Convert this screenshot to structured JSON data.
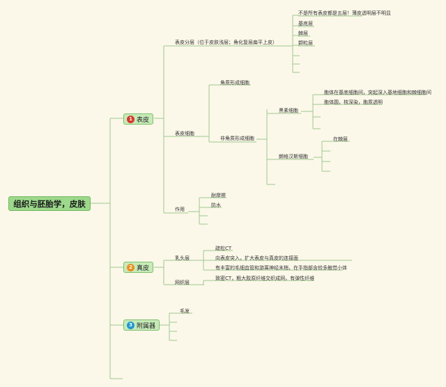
{
  "root": {
    "label": "组织与胚胎学，皮肤"
  },
  "branches": [
    {
      "number": "1",
      "label": "表皮",
      "color": "#d9382b"
    },
    {
      "number": "2",
      "label": "真皮",
      "color": "#ee8e1f"
    },
    {
      "number": "3",
      "label": "附属器",
      "color": "#1f98d6"
    }
  ],
  "epidermis": {
    "layers": {
      "label": "表皮分层（位于皮肤浅层；角化复层扁平上皮）",
      "items": [
        "不是所有表皮都是五层！薄皮透明层不明显",
        "基底层",
        "棘层",
        "颗粒层"
      ]
    },
    "cells": {
      "label": "表皮细胞",
      "keratinocyte": "角质形成细胞",
      "non_keratinocyte": {
        "label": "非角质形成细胞",
        "melanocyte": {
          "label": "黑素细胞",
          "items": [
            "胞体在基底细胞间，突起深入基地细胞和棘细胞间",
            "胞体圆，核深染，胞质透明"
          ]
        },
        "langerhans": {
          "label": "朗格汉斯细胞",
          "items": [
            "在棘层"
          ]
        }
      }
    },
    "function": {
      "label": "作用",
      "items": [
        "耐摩擦",
        "防水"
      ]
    }
  },
  "dermis": {
    "papillary": {
      "label": "乳头层",
      "items": [
        "疏松CT",
        "向表皮突入，扩大表皮与真皮的连接面",
        "有丰富的毛细血管和游离神经末梢，在手指部含较多触觉小体"
      ]
    },
    "reticular": {
      "label": "网织层",
      "items": [
        "致密CT，粗大胶原纤维交织成网，有弹性纤维"
      ]
    }
  },
  "appendages": {
    "items": [
      "毛发"
    ]
  },
  "colors": {
    "line": "#9cc98e",
    "root_fill": "#9cd98a",
    "branch_fill": "#c6ebb8",
    "background": "#fbf8ea"
  }
}
